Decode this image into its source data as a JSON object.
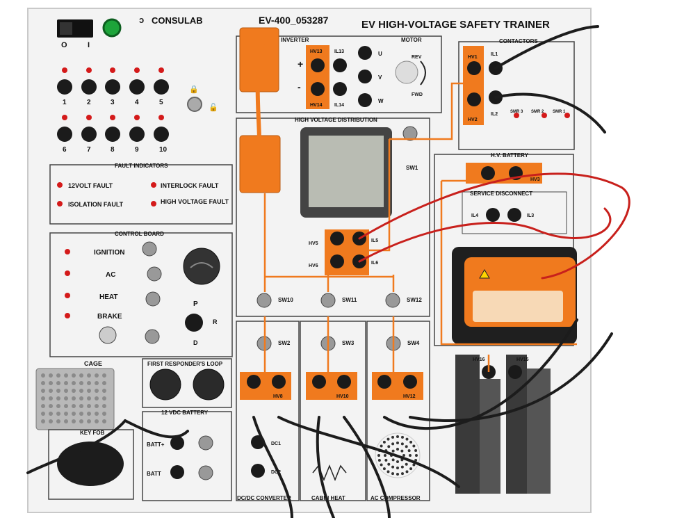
{
  "brand": {
    "name": "CONSULAB",
    "model": "EV-400_053287",
    "title": "EV HIGH-VOLTAGE SAFETY TRAINER"
  },
  "power": {
    "off": "O",
    "on": "I"
  },
  "fault_buttons": [
    "1",
    "2",
    "3",
    "4",
    "5",
    "6",
    "7",
    "8",
    "9",
    "10"
  ],
  "fault_indicators": {
    "title": "FAULT INDICATORS",
    "items": [
      "12VOLT FAULT",
      "INTERLOCK FAULT",
      "ISOLATION FAULT",
      "HIGH VOLTAGE FAULT"
    ]
  },
  "control_board": {
    "title": "CONTROL BOARD",
    "items": [
      "IGNITION",
      "AC",
      "HEAT",
      "BRAKE"
    ],
    "shifter": [
      "P",
      "R",
      "D"
    ]
  },
  "inverter": {
    "title": "INVERTER",
    "labels": [
      "HV13",
      "IL13",
      "HV14",
      "IL14"
    ],
    "plus": "+",
    "minus": "-"
  },
  "motor": {
    "title": "MOTOR",
    "phases": [
      "U",
      "V",
      "W"
    ],
    "rev": "REV",
    "fwd": "FWD"
  },
  "contactors": {
    "title": "CONTACTORS",
    "labels": [
      "HV1",
      "HV2",
      "IL1",
      "IL2"
    ],
    "smr": [
      "SMR 3",
      "SMR 2",
      "SMR 1"
    ]
  },
  "hv_distribution": {
    "title": "HIGH VOLTAGE DISTRIBUTION",
    "sw1": "SW1",
    "labels": [
      "HV5",
      "HV6",
      "IL5",
      "IL6"
    ]
  },
  "hv_battery": {
    "title": "H.V. BATTERY",
    "label": "HV3"
  },
  "service_disconnect": {
    "title": "SERVICE DISCONNECT",
    "labels": [
      "IL4",
      "IL3"
    ]
  },
  "switches": [
    "SW10",
    "SW11",
    "SW12",
    "SW2",
    "SW3",
    "SW4"
  ],
  "hv_loads": [
    "HV8",
    "HV10",
    "HV12"
  ],
  "battery_terms": [
    "HV16",
    "HV15"
  ],
  "cage": {
    "title": "CAGE"
  },
  "first_responder": {
    "title": "FIRST RESPONDER'S LOOP"
  },
  "battery_12v": {
    "title": "12 VDC BATTERY",
    "labels": [
      "BATT+",
      "BATT"
    ]
  },
  "keyfob": {
    "title": "KEY FOB"
  },
  "dcdc": {
    "title": "DC/DC CONVERTER",
    "labels": [
      "DC1",
      "DC2"
    ]
  },
  "cabin_heat": {
    "title": "CABIN HEAT"
  },
  "ac_compressor": {
    "title": "AC COMPRESSOR"
  },
  "colors": {
    "orange": "#f07a1e",
    "red_wire": "#c8201c",
    "black": "#1c1c1c",
    "led": "#d41a1a",
    "green": "#2ec24a"
  }
}
